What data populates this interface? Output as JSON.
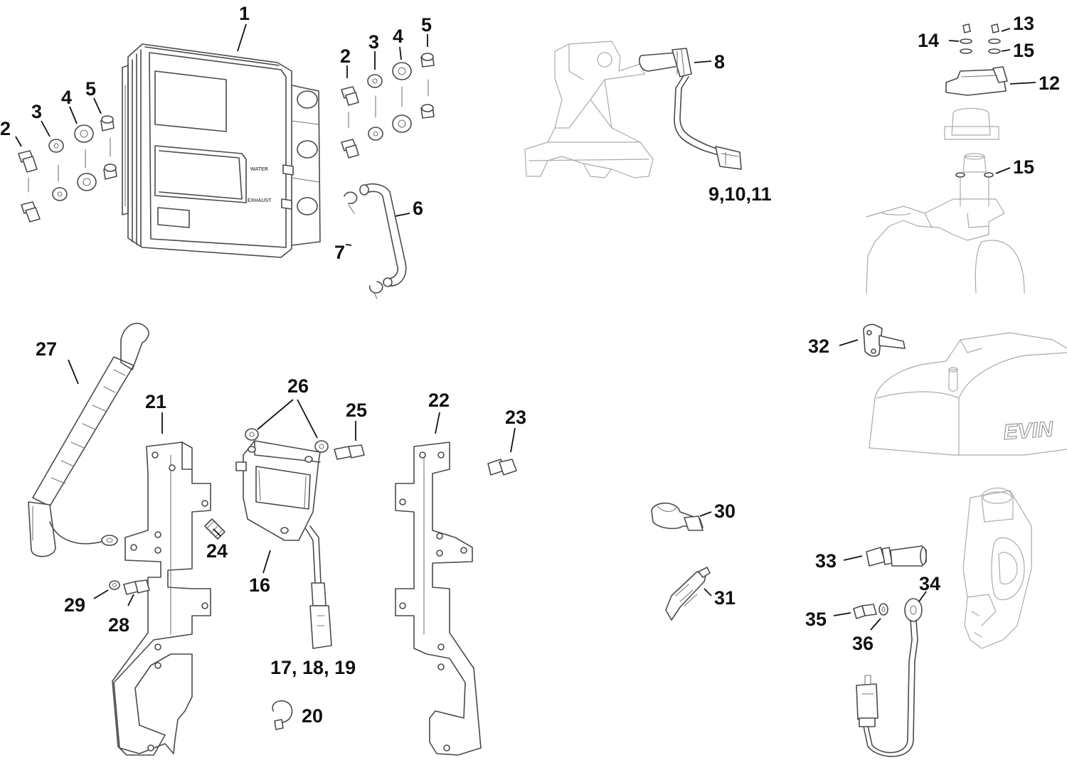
{
  "callouts": {
    "c1": "1",
    "c2a": "2",
    "c3a": "3",
    "c4a": "4",
    "c5a": "5",
    "c2b": "2",
    "c3b": "3",
    "c4b": "4",
    "c5b": "5",
    "c6": "6",
    "c7": "7",
    "c8": "8",
    "c9": "9,10,11",
    "c12": "12",
    "c13": "13",
    "c14": "14",
    "c15a": "15",
    "c15b": "15",
    "c16": "16",
    "c17": "17, 18, 19",
    "c20": "20",
    "c21": "21",
    "c22": "22",
    "c23": "23",
    "c24": "24",
    "c25": "25",
    "c26": "26",
    "c27": "27",
    "c28": "28",
    "c29": "29",
    "c30": "30",
    "c31": "31",
    "c32": "32",
    "c33": "33",
    "c34": "34",
    "c35": "35",
    "c36": "36"
  },
  "module_labels": {
    "water": "WATER",
    "exhaust": "EXHAUST"
  },
  "cover_brand": "EVIN"
}
